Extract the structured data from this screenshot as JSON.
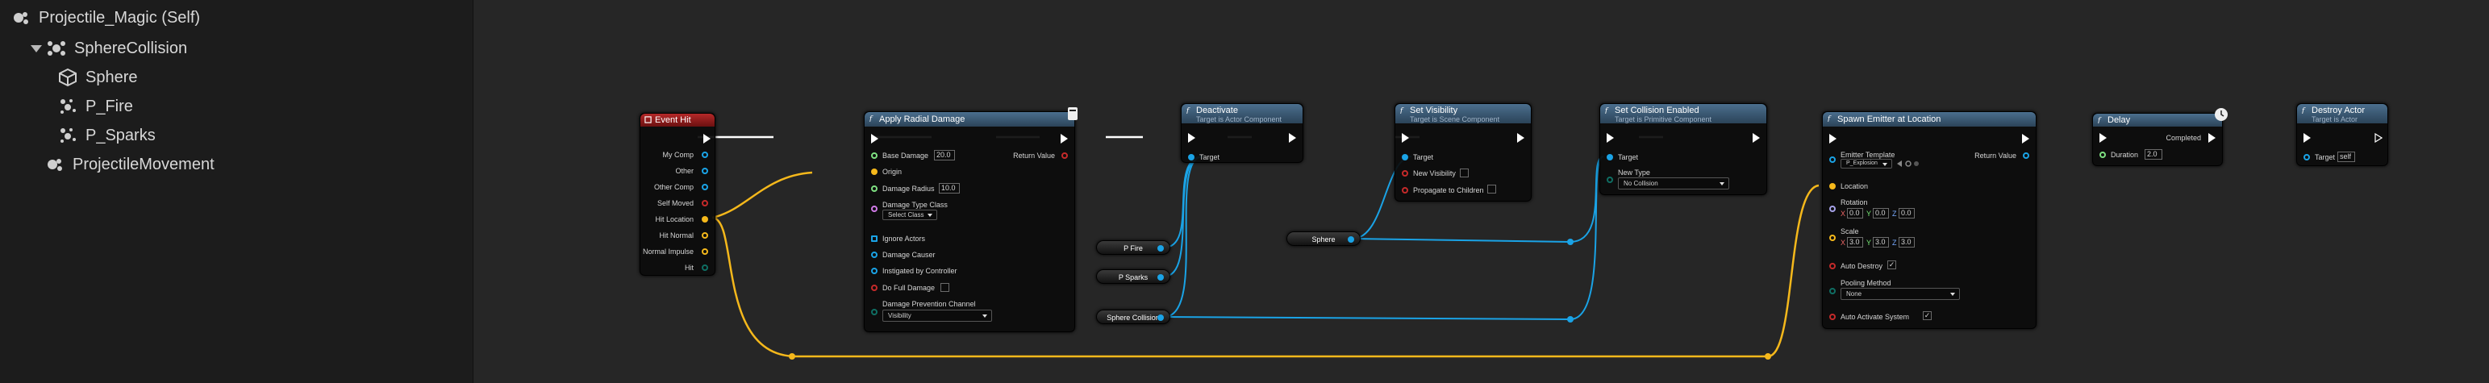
{
  "components": {
    "root": "Projectile_Magic (Self)",
    "items": [
      "SphereCollision",
      "Sphere",
      "P_Fire",
      "P_Sparks",
      "ProjectileMovement"
    ]
  },
  "colors": {
    "exec": "#ffffff",
    "object_wire": "#1aa3e6",
    "vector_wire": "#f5b81b",
    "event_header": "#b52828",
    "function_header": "#4b6f8e"
  },
  "nodes": {
    "event_hit": {
      "title": "Event Hit",
      "pins": [
        "My Comp",
        "Other",
        "Other Comp",
        "Self Moved",
        "Hit Location",
        "Hit Normal",
        "Normal Impulse",
        "Hit"
      ]
    },
    "apply_radial": {
      "title": "Apply Radial Damage",
      "return_value": "Return Value",
      "base_damage_label": "Base Damage",
      "base_damage": "20.0",
      "origin": "Origin",
      "damage_radius_label": "Damage Radius",
      "damage_radius": "10.0",
      "damage_type_label": "Damage Type Class",
      "damage_type_value": "Select Class",
      "ignore_actors": "Ignore Actors",
      "damage_causer": "Damage Causer",
      "instigated_by": "Instigated by Controller",
      "full_damage": "Do Full Damage",
      "prevention_label": "Damage Prevention Channel",
      "prevention_value": "Visibility"
    },
    "deactivate": {
      "title": "Deactivate",
      "subtitle": "Target is Actor Component",
      "target": "Target"
    },
    "set_visibility": {
      "title": "Set Visibility",
      "subtitle": "Target is Scene Component",
      "target": "Target",
      "new_visibility": "New Visibility",
      "propagate": "Propagate to Children"
    },
    "set_collision": {
      "title": "Set Collision Enabled",
      "subtitle": "Target is Primitive Component",
      "target": "Target",
      "new_type": "New Type",
      "new_type_value": "No Collision"
    },
    "spawn_emitter": {
      "title": "Spawn Emitter at Location",
      "emitter_template": "Emitter Template",
      "emitter_template_value": "P_Explosion",
      "return_value": "Return Value",
      "location": "Location",
      "rotation": "Rotation",
      "rot_x": "0.0",
      "rot_y": "0.0",
      "rot_z": "0.0",
      "scale": "Scale",
      "scale_x": "3.0",
      "scale_y": "3.0",
      "scale_z": "3.0",
      "auto_destroy": "Auto Destroy",
      "pooling_method": "Pooling Method",
      "pooling_value": "None",
      "auto_activate": "Auto Activate System"
    },
    "delay": {
      "title": "Delay",
      "completed": "Completed",
      "duration_label": "Duration",
      "duration": "2.0"
    },
    "destroy_actor": {
      "title": "Destroy Actor",
      "subtitle": "Target is Actor",
      "target": "Target",
      "target_value": "self"
    }
  },
  "variables": {
    "p_fire": "P Fire",
    "p_sparks": "P Sparks",
    "sphere_collision": "Sphere Collision",
    "sphere": "Sphere"
  },
  "axis": {
    "x": "X",
    "y": "Y",
    "z": "Z"
  }
}
